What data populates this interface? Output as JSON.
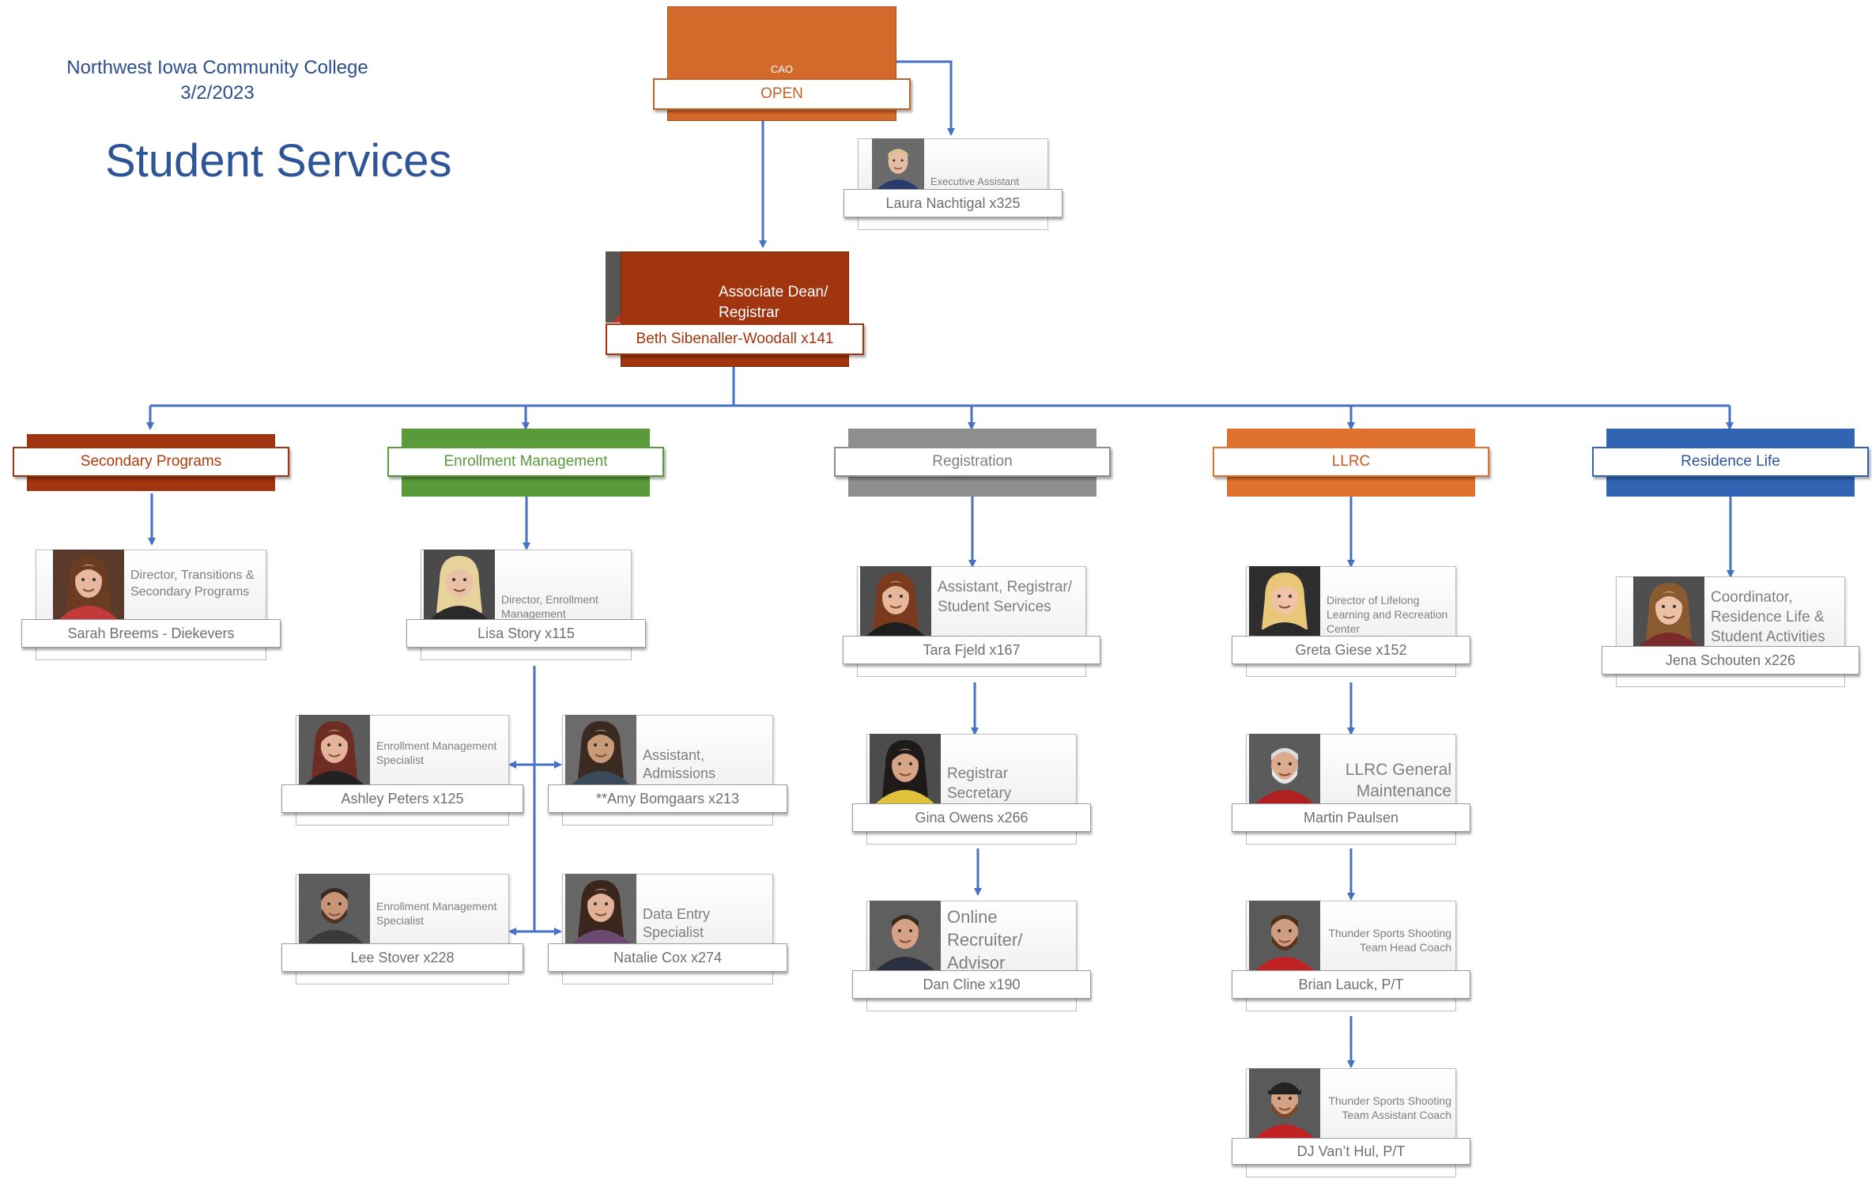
{
  "header": {
    "college": "Northwest Iowa Community College",
    "date": "3/2/2023",
    "title": "Student Services"
  },
  "cao": {
    "role": "CAO",
    "name": "OPEN",
    "color": "#d4692c"
  },
  "exec_assistant": {
    "role": "Executive Assistant",
    "name": "Laura Nachtigal   x325"
  },
  "dean": {
    "role_line1": "Associate Dean/",
    "role_line2": "Registrar",
    "name": "Beth Sibenaller-Woodall   x141",
    "color": "#a0350f"
  },
  "departments": [
    {
      "id": "secondary",
      "label": "Secondary Programs",
      "color": "#a0350f",
      "text_color": "#b03a0b"
    },
    {
      "id": "enrollment",
      "label": "Enrollment Management",
      "color": "#5a9a3b",
      "text_color": "#5a9a3b"
    },
    {
      "id": "registration",
      "label": "Registration",
      "color": "#8e8e8e",
      "text_color": "#7f7f7f"
    },
    {
      "id": "llrc",
      "label": "LLRC",
      "color": "#e0712f",
      "text_color": "#c85a1e"
    },
    {
      "id": "residence",
      "label": "Residence Life",
      "color": "#3264b4",
      "text_color": "#2e5597"
    }
  ],
  "people": {
    "sarah": {
      "role": "Director, Transitions & Secondary Programs",
      "name": "Sarah Breems - Diekevers"
    },
    "lisa": {
      "role": "Director, Enrollment Management",
      "name": "Lisa Story   x115"
    },
    "ashley": {
      "role": "Enrollment Management Specialist",
      "name": "Ashley Peters   x125"
    },
    "amy": {
      "role": "Assistant, Admissions",
      "name": "**Amy Bomgaars  x213"
    },
    "lee": {
      "role": "Enrollment Management Specialist",
      "name": "Lee Stover  x228"
    },
    "natalie": {
      "role": "Data Entry Specialist",
      "name": "Natalie Cox  x274"
    },
    "tara": {
      "role": "Assistant, Registrar/ Student Services",
      "name": "Tara Fjeld   x167"
    },
    "gina": {
      "role": "Registrar Secretary",
      "name": "Gina Owens x266"
    },
    "dan": {
      "role": "Online Recruiter/ Advisor",
      "name": "Dan Cline x190"
    },
    "greta": {
      "role": "Director of Lifelong Learning and Recreation Center",
      "name": "Greta Giese   x152"
    },
    "martin": {
      "role": "LLRC General Maintenance",
      "name": "Martin Paulsen"
    },
    "brian": {
      "role": "Thunder Sports Shooting Team Head Coach",
      "name": "Brian Lauck, P/T"
    },
    "dj": {
      "role": "Thunder Sports Shooting Team Assistant Coach",
      "name": "DJ Van’t Hul, P/T"
    },
    "jena": {
      "role": "Coordinator, Residence Life & Student Activities",
      "name": "Jena Schouten x226"
    }
  },
  "colors": {
    "connector": "#4472c4"
  }
}
